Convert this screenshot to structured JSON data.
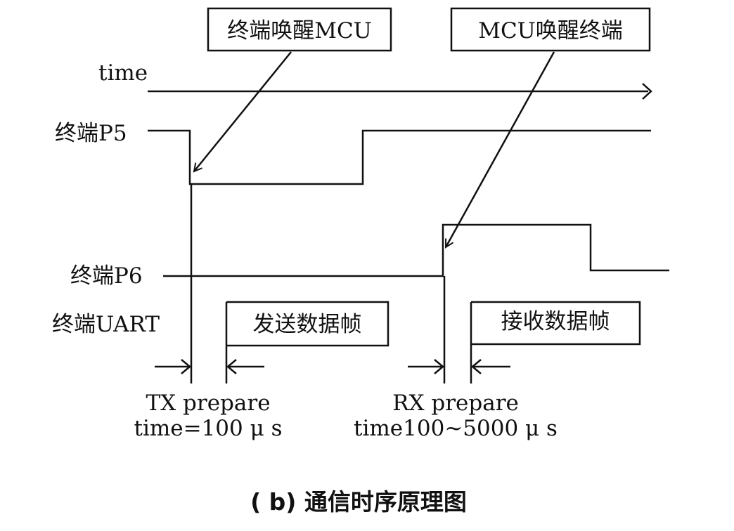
{
  "callouts": {
    "terminal_wakes_mcu": "终端唤醒MCU",
    "mcu_wakes_terminal": "MCU唤醒终端"
  },
  "axis": {
    "time_label": "time"
  },
  "signals": {
    "p5": "终端P5",
    "p6": "终端P6",
    "uart": "终端UART"
  },
  "frames": {
    "send": "发送数据帧",
    "receive": "接收数据帧"
  },
  "annotations": {
    "tx_line1": "TX prepare",
    "tx_line2": "time=100 μ s",
    "rx_line1": "RX prepare",
    "rx_line2": "time100~5000 μ s"
  },
  "caption": "( b) 通信时序原理图"
}
